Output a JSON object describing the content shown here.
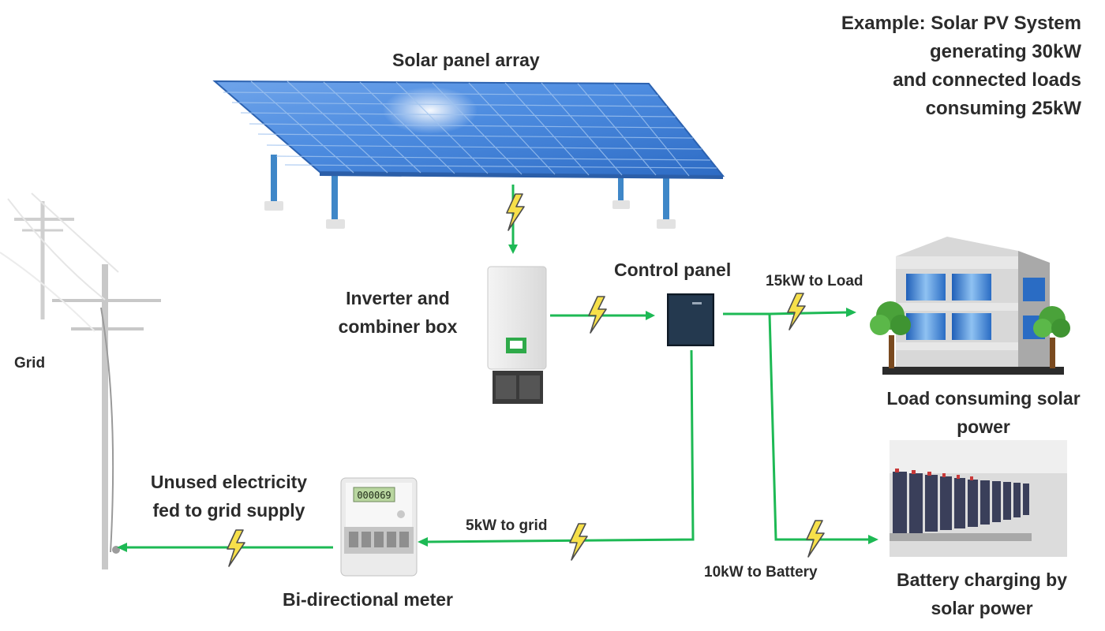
{
  "example": {
    "line1": "Example: Solar PV System",
    "line2": "generating 30kW",
    "line3": "and connected loads",
    "line4": "consuming 25kW"
  },
  "labels": {
    "solar_array": "Solar panel array",
    "inverter_line1": "Inverter and",
    "inverter_line2": "combiner box",
    "control_panel": "Control panel",
    "grid": "Grid",
    "load_line1": "Load consuming solar",
    "load_line2": "power",
    "battery_line1": "Battery charging by",
    "battery_line2": "solar power",
    "meter": "Bi-directional meter",
    "unused_line1": "Unused electricity",
    "unused_line2": "fed to grid supply"
  },
  "flows": {
    "to_load": "15kW to Load",
    "to_grid": "5kW to grid",
    "to_battery": "10kW to Battery"
  },
  "meter_display": "000069",
  "colors": {
    "flow_line": "#1db954",
    "bolt_fill": "#f7e04a",
    "panel_blue": "#3f7fd6",
    "text": "#2b2b2b"
  }
}
